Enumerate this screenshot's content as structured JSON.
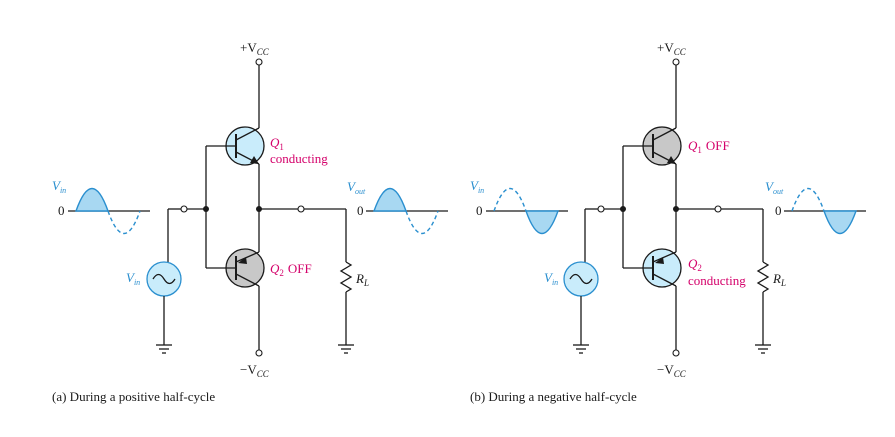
{
  "colors": {
    "wire": "#1a1a1a",
    "label_pink": "#d4006a",
    "signal_blue": "#2a8fcf",
    "signal_fill": "#a8d8f2",
    "transistor_on_fill": "#c9ecfb",
    "transistor_off_fill": "#c8c8c8"
  },
  "panels": [
    {
      "id": "a",
      "vcc_pos_label": "+V",
      "vcc_neg_label": "−V",
      "vcc_sub": "CC",
      "q1_label": "Q",
      "q1_sub": "1",
      "q1_state": "conducting",
      "q2_label": "Q",
      "q2_sub": "2",
      "q2_state": "OFF",
      "vin_label": "V",
      "vin_sub": "in",
      "vout_label": "V",
      "vout_sub": "out",
      "rl_label": "R",
      "rl_sub": "L",
      "zero_label": "0",
      "caption": "(a) During a positive half-cycle"
    },
    {
      "id": "b",
      "vcc_pos_label": "+V",
      "vcc_neg_label": "−V",
      "vcc_sub": "CC",
      "q1_label": "Q",
      "q1_sub": "1",
      "q1_state": "OFF",
      "q2_label": "Q",
      "q2_sub": "2",
      "q2_state": "conducting",
      "vin_label": "V",
      "vin_sub": "in",
      "vout_label": "V",
      "vout_sub": "out",
      "rl_label": "R",
      "rl_sub": "L",
      "zero_label": "0",
      "caption": "(b) During a negative half-cycle"
    }
  ]
}
